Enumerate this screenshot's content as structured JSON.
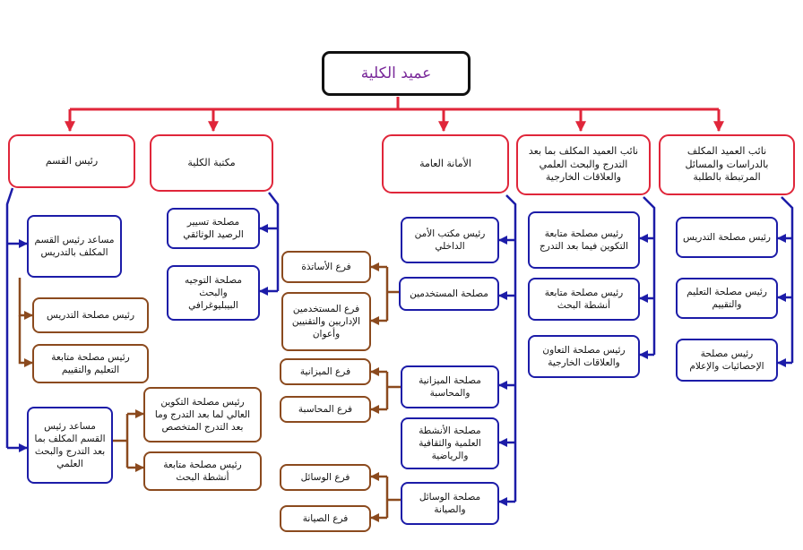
{
  "title": "عميد الكلية",
  "level1": {
    "vice_studies": "نائب العميد المكلف بالدراسات والمسائل المرتبطة بالطلبة",
    "vice_postgrad": "نائب العميد المكلف بما بعد التدرج والبحث العلمي والعلاقات الخارجية",
    "secretariat": "الأمانة العامة",
    "library": "مكتبة الكلية",
    "department": "رئيس القسم"
  },
  "studies": {
    "teaching": "رئيس مصلحة التدريس",
    "training": "رئيس مصلحة التعليم والتقييم",
    "statistics": "رئيس مصلحة الإحصائيات والإعلام"
  },
  "postgrad": {
    "training_followup": "رئيس مصلحة متابعة التكوين فيما بعد التدرج",
    "research_followup": "رئيس مصلحة متابعة أنشطة البحث",
    "cooperation": "رئيس مصلحة التعاون والعلاقات الخارجية"
  },
  "secretariat_units": {
    "security": "رئيس مكتب الأمن الداخلي",
    "staff": "مصلحة المستخدمين",
    "budget": "مصلحة الميزانية والمحاسبة",
    "activities": "مصلحة الأنشطة العلمية والثقافية والرياضية",
    "means": "مصلحة الوسائل والصيانة"
  },
  "branches": {
    "teachers": "فرع الأساتذة",
    "admin_staff": "فرع المستخدمين الإداريين والتقنيين وأعوان",
    "budget": "فرع الميزانية",
    "accounting": "فرع المحاسبة",
    "means": "فرع الوسائل",
    "maintenance": "فرع الصيانة"
  },
  "library_units": {
    "holdings": "مصلحة تسيير الرصيد الوثائقي",
    "guidance": "مصلحة التوجيه والبحث البيبليوغرافي"
  },
  "department_units": {
    "assistant_teaching": "مساعد رئيس القسم المكلف بالتدريس",
    "dept_teaching": "رئيس مصلحة التدريس",
    "dept_followup": "رئيس مصلحة متابعة التعليم والتقييم",
    "assistant_postgrad": "مساعد رئيس القسم المكلف بما بعد التدرج والبحث العلمي",
    "higher_training": "رئيس مصلحة التكوين العالي لما بعد التدرج وما بعد التدرج المتخصص",
    "research_activities": "رئيس مصلحة متابعة أنشطة البحث"
  },
  "colors": {
    "red": "#e0263a",
    "blue": "#1c1ca8",
    "brown": "#8b4a1e",
    "title": "#7a2a9a"
  }
}
